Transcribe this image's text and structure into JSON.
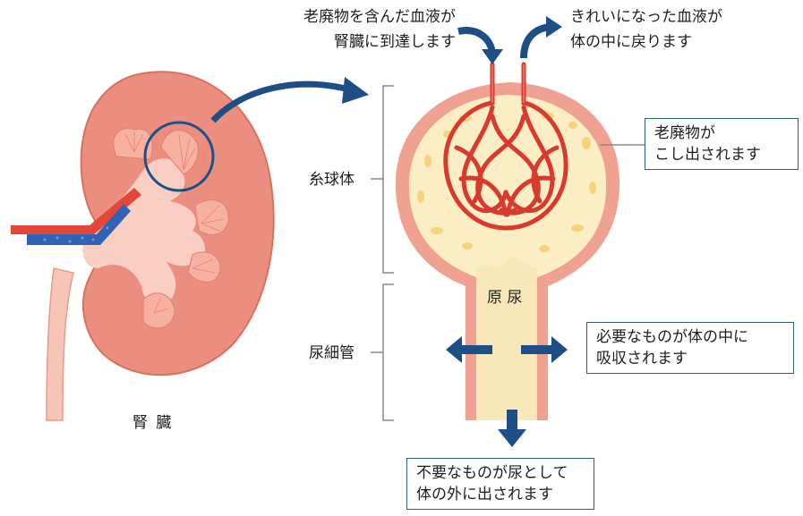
{
  "labels": {
    "inflow": [
      "老廃物を含んだ血液が",
      "腎臓に到達します"
    ],
    "outflow": [
      "きれいになった血液が",
      "体の中に戻ります"
    ],
    "waste": [
      "老廃物が",
      "こし出されます"
    ],
    "glomerulus": "糸球体",
    "tubule": "尿細管",
    "primary_urine": "原 尿",
    "reabsorb": [
      "必要なものが体の中に",
      "吸収されます"
    ],
    "excrete": [
      "不要なものが尿として",
      "体の外に出されます"
    ],
    "kidney": "腎 臓"
  },
  "colors": {
    "kidney_fill": "#ec8e7f",
    "kidney_inner": "#f8cfc2",
    "vessel_red": "#e2473a",
    "vein_blue": "#2f63b5",
    "tubule_wall": "#f0a292",
    "urine": "#fbeec5",
    "arrow_navy": "#1d4f86"
  }
}
